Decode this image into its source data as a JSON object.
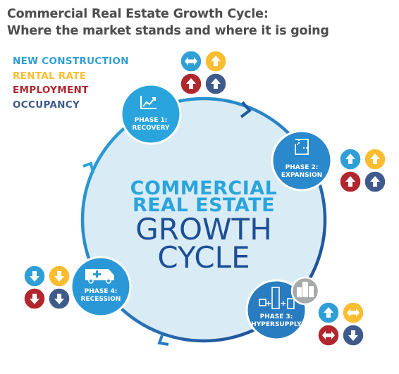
{
  "title": {
    "line1": "Commercial Real Estate Growth Cycle:",
    "line2": "Where the market stands and where it is going"
  },
  "legend": [
    {
      "label": "NEW CONSTRUCTION",
      "color": "#2f9fd6"
    },
    {
      "label": "RENTAL RATE",
      "color": "#fbbd30"
    },
    {
      "label": "EMPLOYMENT",
      "color": "#b1272e"
    },
    {
      "label": "OCCUPANCY",
      "color": "#3f5b8c"
    }
  ],
  "center": {
    "line1": "COMMERCIAL",
    "line2": "REAL ESTATE",
    "line3": "GROWTH",
    "line4": "CYCLE"
  },
  "phases": [
    {
      "line1": "PHASE 1:",
      "line2": "RECOVERY",
      "icon": "trend-chart-icon",
      "indicators": {
        "new_construction": "both",
        "rental_rate": "up",
        "employment": "up",
        "occupancy": "up"
      }
    },
    {
      "line1": "PHASE 2:",
      "line2": "EXPANSION",
      "icon": "blueprint-icon",
      "indicators": {
        "new_construction": "up",
        "rental_rate": "up",
        "employment": "up",
        "occupancy": "up"
      }
    },
    {
      "line1": "PHASE 3:",
      "line2": "HYPERSUPPLY",
      "icon": "buildings-icon",
      "indicators": {
        "new_construction": "up",
        "rental_rate": "both",
        "employment": "both",
        "occupancy": "down"
      }
    },
    {
      "line1": "PHASE 4:",
      "line2": "RECESSION",
      "icon": "ambulance-icon",
      "indicators": {
        "new_construction": "down",
        "rental_rate": "down",
        "employment": "down",
        "occupancy": "down"
      }
    }
  ]
}
